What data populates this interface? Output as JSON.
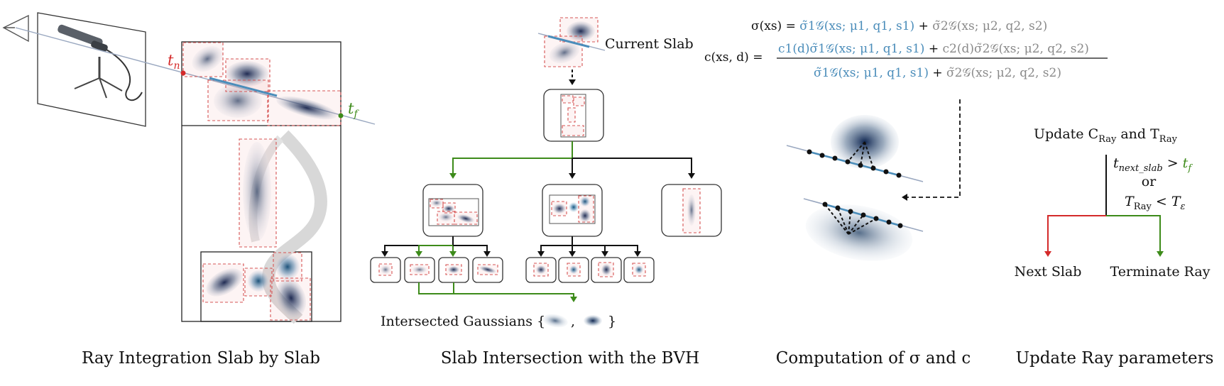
{
  "panel1": {
    "title": "Ray Integration Slab by Slab",
    "t_near": "t",
    "t_near_sub": "n",
    "t_far": "t",
    "t_far_sub": "f"
  },
  "panel2": {
    "title": "Slab Intersection with the BVH",
    "current_slab": "Current Slab",
    "intersected": "Intersected Gaussians {",
    "intersected_comma": ",",
    "intersected_close": "}"
  },
  "panel3": {
    "title": "Computation of σ and c",
    "sigma_lhs": "σ(xs) = ",
    "sigma_t1": "σ̃1𝒢(xs; μ1, q1, s1)",
    "sigma_plus": " + ",
    "sigma_t2": "σ̃2𝒢(xs; μ2, q2, s2)",
    "c_lhs": "c(xs, d) = ",
    "c_num_1": "c1(d)",
    "c_num_2": "σ̃1𝒢(xs; μ1, q1, s1)",
    "c_num_plus": " + ",
    "c_num_3": "c2(d)",
    "c_num_4": "σ̃2𝒢(xs; μ2, q2, s2)",
    "c_den_1": "σ̃1𝒢(xs; μ1, q1, s1)",
    "c_den_plus": " + ",
    "c_den_2": "σ̃2𝒢(xs; μ2, q2, s2)"
  },
  "panel4": {
    "title": "Update Ray parameters",
    "update_text": "Update C",
    "update_sub1": "Ray",
    "update_and": " and T",
    "update_sub2": "Ray",
    "cond1_t": "t",
    "cond1_sub": "next_slab",
    "cond1_gt": " > ",
    "cond1_tf": "t",
    "cond1_tf_sub": "f",
    "cond_or": "or",
    "cond2_t": "T",
    "cond2_sub": "Ray",
    "cond2_lt": " < T",
    "cond2_eps": "ε",
    "next_slab": "Next Slab",
    "terminate": "Terminate Ray"
  },
  "colors": {
    "green": "#3d8b1a",
    "red": "#d42a2a",
    "blue": "#4b8dba",
    "grey": "#8a8a8a",
    "gaussian": "#1f3b66"
  }
}
